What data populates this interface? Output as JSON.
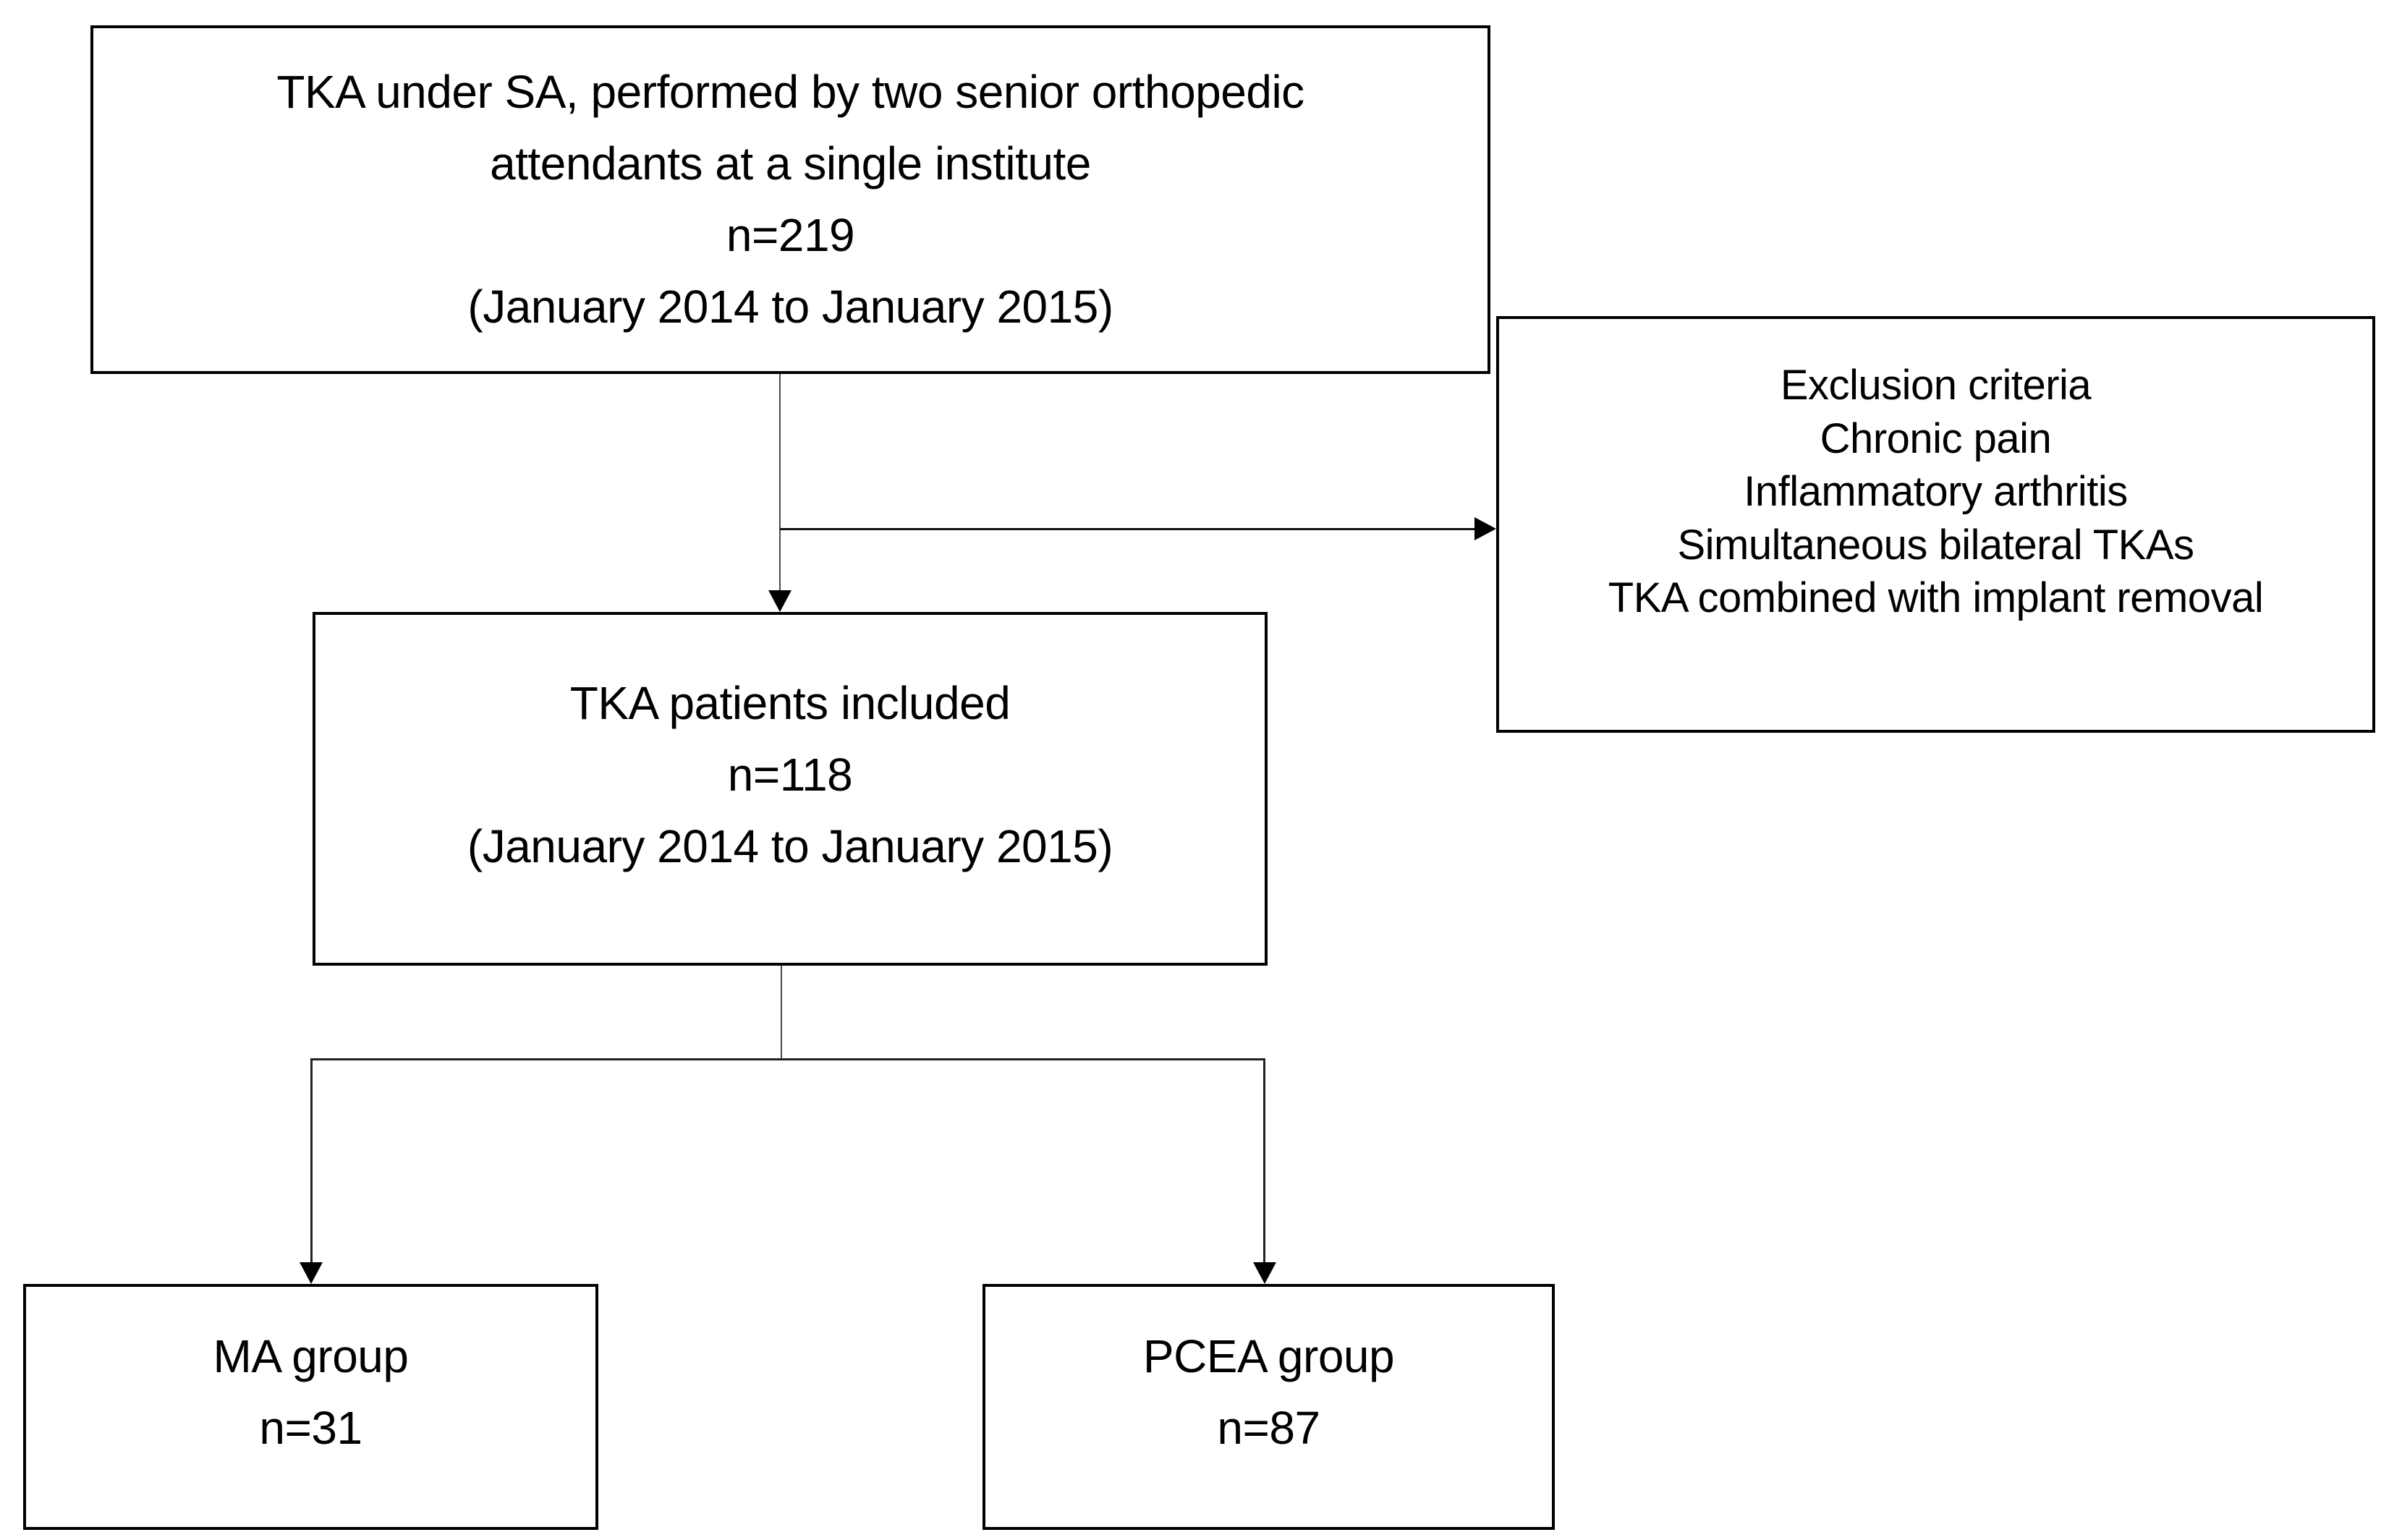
{
  "figure": {
    "background": "#ffffff",
    "border_color": "#000000",
    "text_color": "#000000",
    "connector_color": "#4a4a4a"
  },
  "boxes": {
    "enrollment": {
      "line1": "TKA under SA, performed by two senior orthopedic",
      "line2": "attendants at a single institute",
      "count": "n=219",
      "period": "(January 2014 to January 2015)"
    },
    "exclusion": {
      "title": "Exclusion criteria",
      "items": [
        "Chronic pain",
        "Inflammatory arthritis",
        "Simultaneous bilateral TKAs",
        "TKA combined with implant removal"
      ]
    },
    "included": {
      "line1": "TKA patients included",
      "count": "n=118",
      "period": "(January 2014 to January 2015)"
    },
    "ma_group": {
      "line1": "MA group",
      "count": "n=31"
    },
    "pcea_group": {
      "line1": "PCEA group",
      "count": "n=87"
    }
  }
}
